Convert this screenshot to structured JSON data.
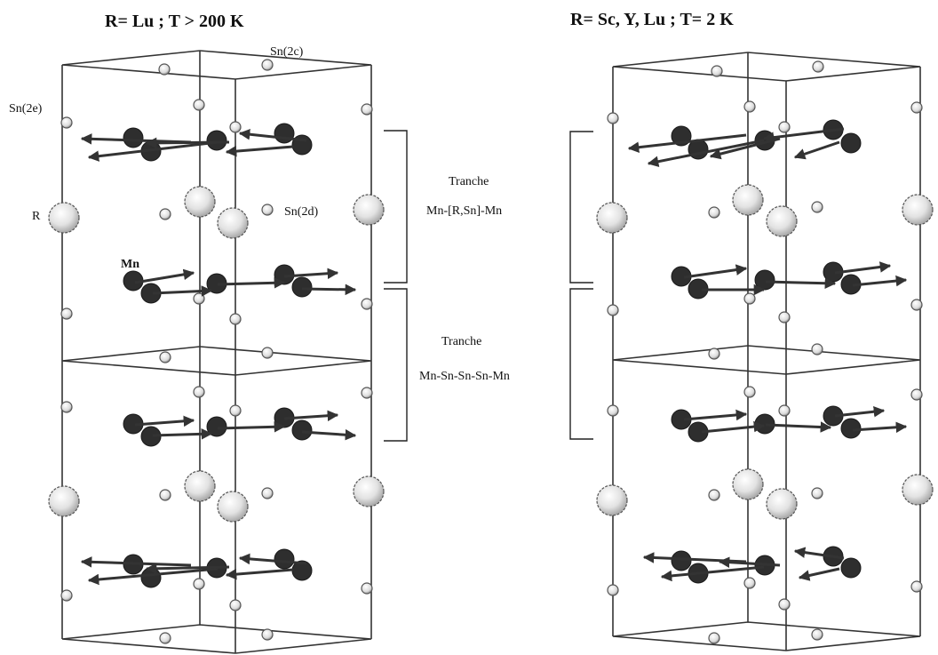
{
  "titles": {
    "left": "R= Lu ; T > 200 K",
    "right": "R= Sc, Y, Lu ; T= 2 K"
  },
  "site_labels": {
    "sn2c": "Sn(2c)",
    "sn2e": "Sn(2e)",
    "r": "R",
    "sn2d": "Sn(2d)",
    "mn": "Mn"
  },
  "slices": {
    "upper_title": "Tranche",
    "upper_name": "Mn-[R,Sn]-Mn",
    "lower_title": "Tranche",
    "lower_name": "Mn-Sn-Sn-Sn-Mn"
  },
  "colors": {
    "mn_atom": "#2e2e2e",
    "r_atom": "#e6e6e6",
    "sn_atom": "#f2f2f2",
    "line": "#333333"
  }
}
